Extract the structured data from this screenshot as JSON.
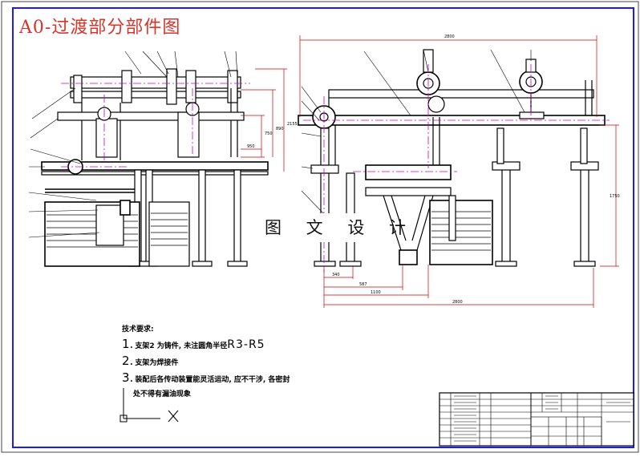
{
  "title": "A0-过渡部分部件图",
  "watermark": "图 文 设 计",
  "notes": {
    "heading": "技术要求:",
    "items": [
      {
        "num": "1.",
        "text": "支架2 为铸件, 未注圆角半径",
        "suffix": "R3-R5"
      },
      {
        "num": "2.",
        "text": "支架为焊接件",
        "suffix": ""
      },
      {
        "num": "3.",
        "text": "装配后各传动装置能灵活运动, 应不干涉, 各密封",
        "suffix": ""
      }
    ],
    "continuation": "处不得有漏油现象"
  },
  "dimensions": {
    "top_span": "2800",
    "d1": "340",
    "d2": "587",
    "d3": "1100",
    "d4": "2800",
    "left_h1": "2155",
    "left_h2": "890",
    "left_h3": "750",
    "left_w": "950",
    "right_h": "1750"
  },
  "colors": {
    "border": "#1a1aff",
    "line": "#000000",
    "center": "#cc00cc",
    "dim": "#cc0000",
    "title": "#d9342b"
  }
}
